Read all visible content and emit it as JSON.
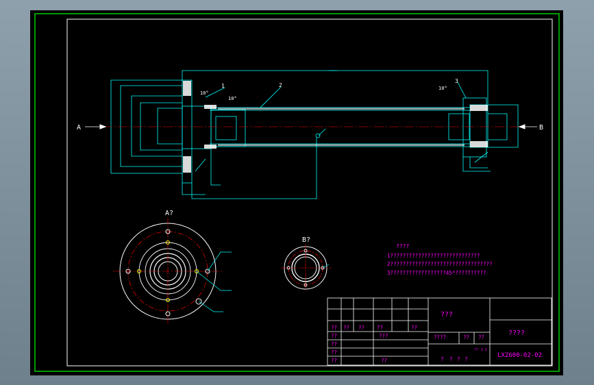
{
  "colors": {
    "viewport_bg": "#7f909c",
    "sheet_bg": "#000000",
    "outer_frame": "#00ff00",
    "inner_frame": "#ffffff",
    "part": "#00ffff",
    "centerline": "#ff0000",
    "note_text": "#ff00ff",
    "title_block": "#ffffff",
    "hatch_fill": "#ffffff"
  },
  "drawing": {
    "view_a_arrow": "A",
    "view_b_arrow": "B",
    "section_a_label": "A?",
    "section_b_label": "B?",
    "balloons": [
      "1",
      "2",
      "3"
    ],
    "angle_labels": [
      "10°",
      "10°",
      "10°"
    ]
  },
  "notes": {
    "heading": "????",
    "lines": [
      "1?????????????????????????????",
      "2?????????????????????????????????",
      "3??????????????????45*??????????"
    ]
  },
  "title_block": {
    "material": "???",
    "company": "????",
    "drawing_number": "LX2600-02-02",
    "row_texts": [
      {
        "text": "??",
        "row": "a"
      },
      {
        "text": "??",
        "row": "b"
      },
      {
        "text": "??",
        "row": "c"
      },
      {
        "text": "??",
        "row": "d"
      },
      {
        "text": "??",
        "row": "e"
      }
    ],
    "sign_labels": [
      "??",
      "??",
      "??",
      "??"
    ],
    "mid_labels": [
      "???",
      "??"
    ],
    "scale_labels": [
      "????",
      "??",
      "??"
    ],
    "bottom_labels": [
      "?",
      "?",
      "?",
      "?"
    ],
    "sheet_marks": [
      "??"
    ],
    "small_mark": "1:1"
  }
}
